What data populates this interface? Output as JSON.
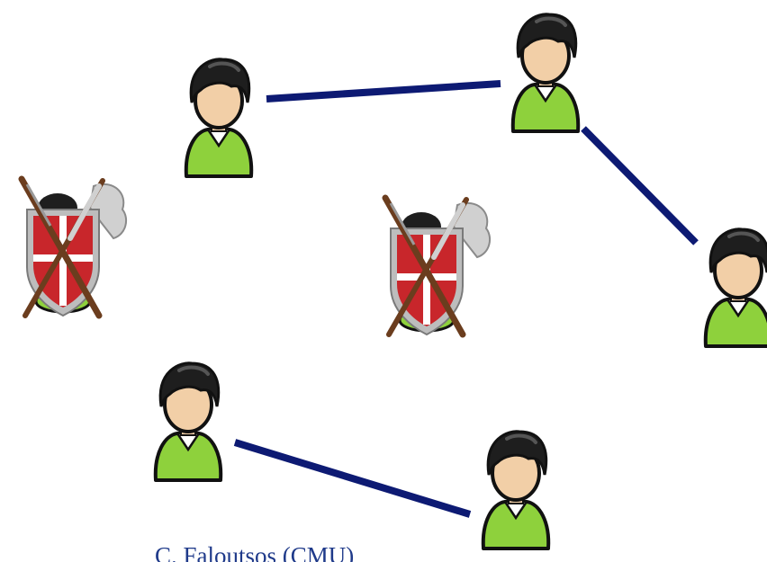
{
  "footer": {
    "text": "C. Faloutsos (CMU)"
  },
  "colors": {
    "edge": "#0d1a73",
    "hair": "#1e1e1e",
    "skin": "#f2cfa7",
    "shirt": "#8ed13c",
    "shield_red": "#c8262b",
    "shield_rim": "#bdbdbd",
    "weapon_handle": "#6b3d1e",
    "weapon_metal": "#d0d0d0"
  },
  "diagram": {
    "nodes": [
      {
        "id": "user-top-left",
        "kind": "user",
        "icon": "person-icon"
      },
      {
        "id": "user-top-right",
        "kind": "user",
        "icon": "person-icon"
      },
      {
        "id": "user-right",
        "kind": "user",
        "icon": "person-icon"
      },
      {
        "id": "user-bottom-left",
        "kind": "user",
        "icon": "person-icon"
      },
      {
        "id": "user-bottom-right",
        "kind": "user",
        "icon": "person-icon"
      },
      {
        "id": "fraudster-left",
        "kind": "fraudster",
        "icon": "shield-axe-icon"
      },
      {
        "id": "fraudster-center",
        "kind": "fraudster",
        "icon": "shield-axe-icon"
      }
    ],
    "edges": [
      {
        "from": "user-top-left",
        "to": "user-top-right"
      },
      {
        "from": "user-top-right",
        "to": "user-right"
      },
      {
        "from": "user-bottom-left",
        "to": "user-bottom-right"
      }
    ]
  }
}
